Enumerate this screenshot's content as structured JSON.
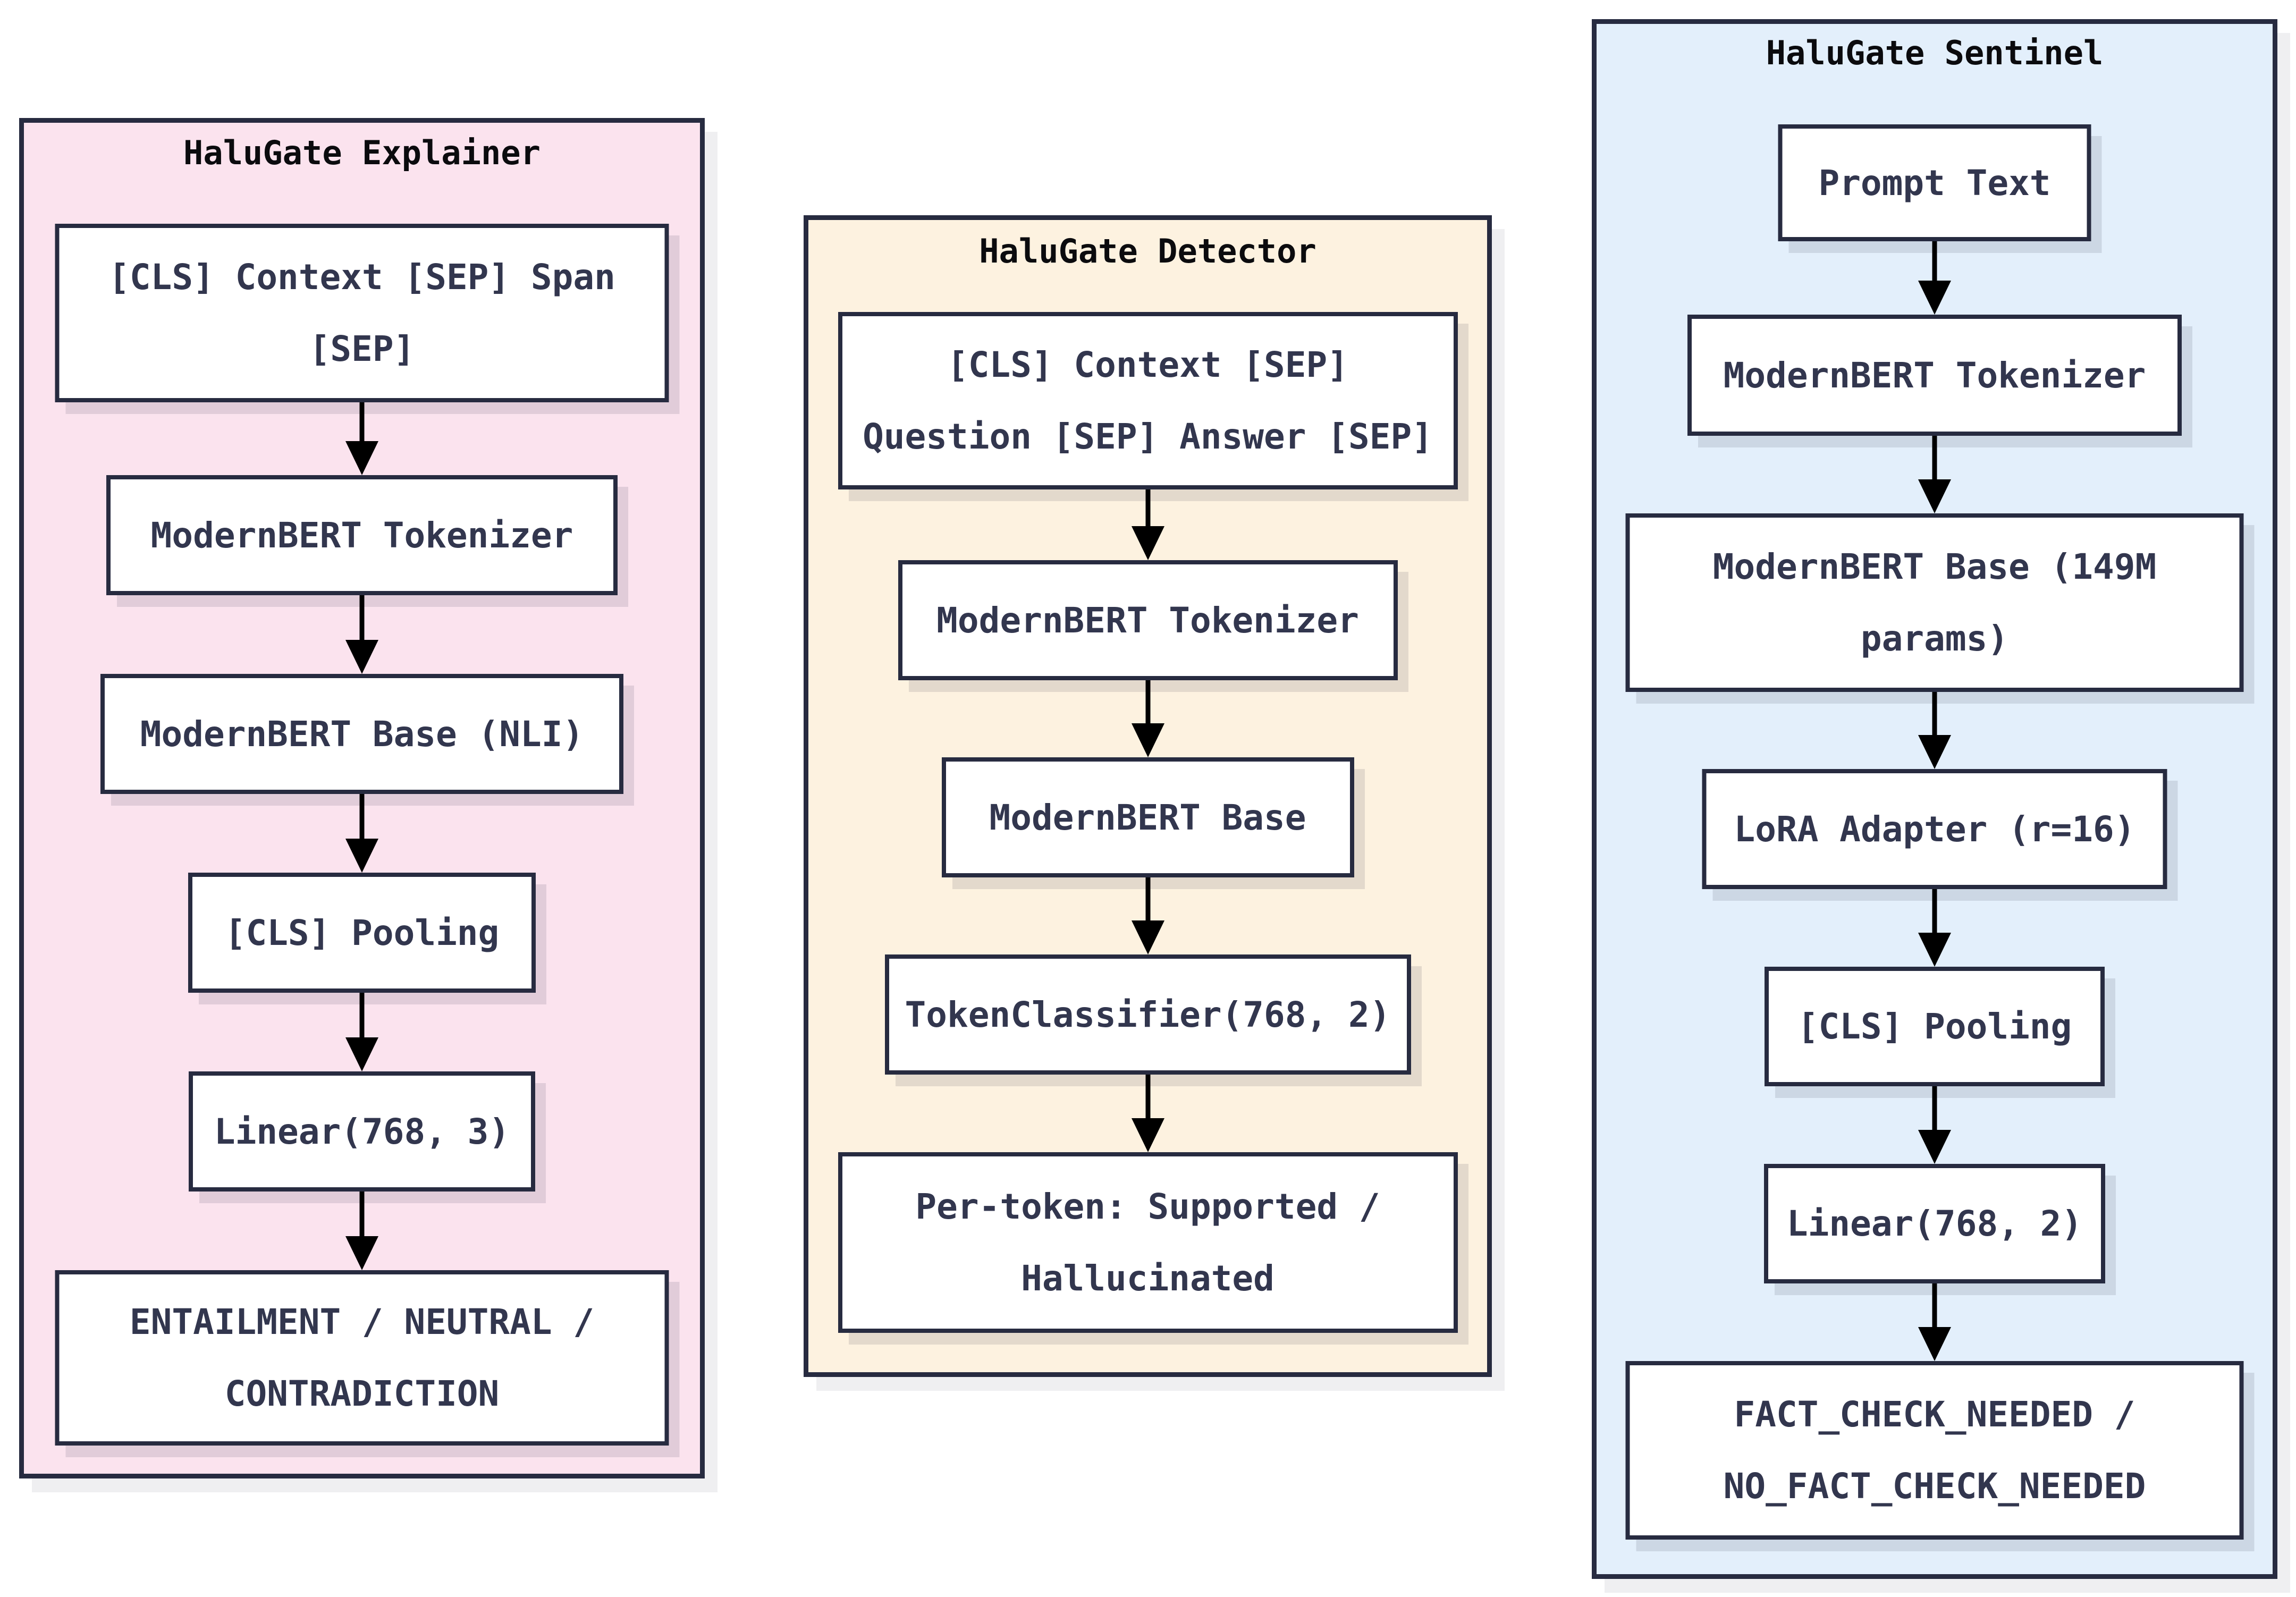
{
  "diagram": {
    "flow_direction": "top-to-bottom",
    "colors": {
      "explainer_background": "#fbe3ee",
      "detector_background": "#fdf2e0",
      "sentinel_background": "#e3effb",
      "border": "#272b40",
      "node_background": "#ffffff",
      "node_text": "#32364e",
      "title_text": "#0b0b0e",
      "arrow": "#000000",
      "page_background": "#ffffff",
      "panel_shadow": "#efeff1"
    },
    "columns": [
      {
        "title": "HaluGate Explainer",
        "background": "#fbe3ee",
        "nodes": [
          "[CLS] Context [SEP] Span\n[SEP]",
          "ModernBERT Tokenizer",
          "ModernBERT Base (NLI)",
          "[CLS] Pooling",
          "Linear(768, 3)",
          "ENTAILMENT / NEUTRAL /\nCONTRADICTION"
        ]
      },
      {
        "title": "HaluGate Detector",
        "background": "#fdf2e0",
        "nodes": [
          "[CLS] Context [SEP]\nQuestion [SEP] Answer [SEP]",
          "ModernBERT Tokenizer",
          "ModernBERT Base",
          "TokenClassifier(768, 2)",
          "Per-token: Supported /\nHallucinated"
        ]
      },
      {
        "title": "HaluGate Sentinel",
        "background": "#e3effb",
        "nodes": [
          "Prompt Text",
          "ModernBERT Tokenizer",
          "ModernBERT Base (149M\nparams)",
          "LoRA Adapter (r=16)",
          "[CLS] Pooling",
          "Linear(768, 2)",
          "FACT_CHECK_NEEDED /\nNO_FACT_CHECK_NEEDED"
        ]
      }
    ]
  }
}
